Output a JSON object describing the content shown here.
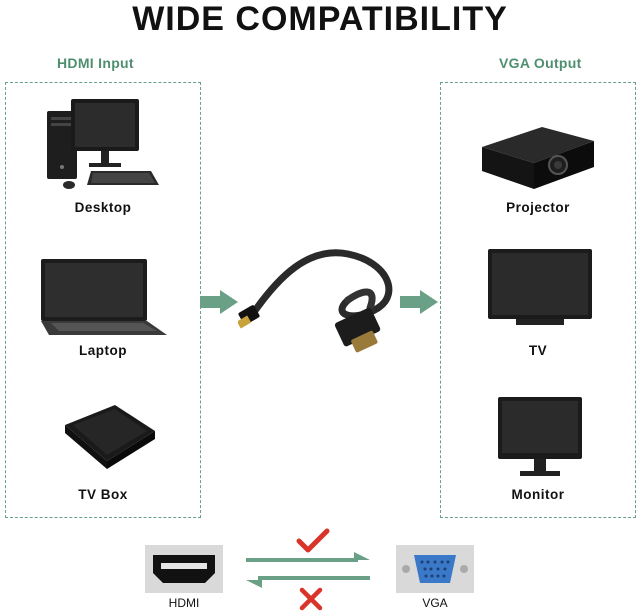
{
  "title": "WIDE COMPATIBILITY",
  "input_panel": {
    "label": "HDMI Input",
    "devices": [
      {
        "label": "Desktop",
        "icon": "desktop-computer-icon"
      },
      {
        "label": "Laptop",
        "icon": "laptop-icon"
      },
      {
        "label": "TV Box",
        "icon": "tv-box-icon"
      }
    ]
  },
  "output_panel": {
    "label": "VGA Output",
    "devices": [
      {
        "label": "Projector",
        "icon": "projector-icon"
      },
      {
        "label": "TV",
        "icon": "tv-icon"
      },
      {
        "label": "Monitor",
        "icon": "monitor-icon"
      }
    ]
  },
  "cable": {
    "icon": "hdmi-to-vga-cable-icon"
  },
  "legend": {
    "hdmi_label": "HDMI",
    "vga_label": "VGA",
    "supported_icon": "check-icon",
    "unsupported_icon": "cross-icon"
  },
  "colors": {
    "accent_green": "#6aa186",
    "label_green": "#4f8f70",
    "check_red": "#d9332a",
    "port_blue": "#3a78c8"
  }
}
